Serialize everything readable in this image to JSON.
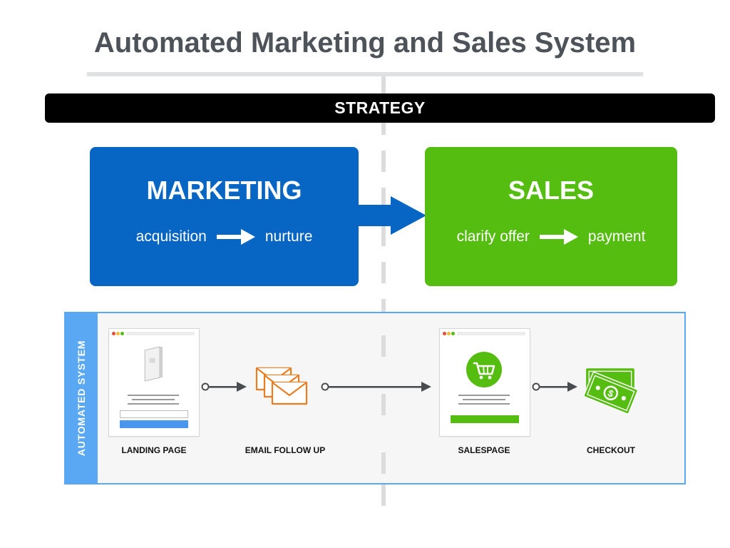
{
  "title": "Automated Marketing and Sales System",
  "strategy": {
    "label": "STRATEGY"
  },
  "marketing": {
    "title": "MARKETING",
    "from": "acquisition",
    "to": "nurture",
    "color": "#0766c4"
  },
  "sales": {
    "title": "SALES",
    "from": "clarify offer",
    "to": "payment",
    "color": "#55bc10"
  },
  "automated_system": {
    "label": "AUTOMATED SYSTEM",
    "accent_color": "#5aa8f3",
    "steps": [
      {
        "label": "LANDING PAGE",
        "icon": "landing-page-icon"
      },
      {
        "label": "EMAIL FOLLOW UP",
        "icon": "envelopes-icon"
      },
      {
        "label": "SALESPAGE",
        "icon": "shopping-cart-icon"
      },
      {
        "label": "CHECKOUT",
        "icon": "money-bills-icon"
      }
    ]
  },
  "colors": {
    "title": "#4d5358",
    "orange": "#ea7d21",
    "connector": "#4a4d50"
  }
}
